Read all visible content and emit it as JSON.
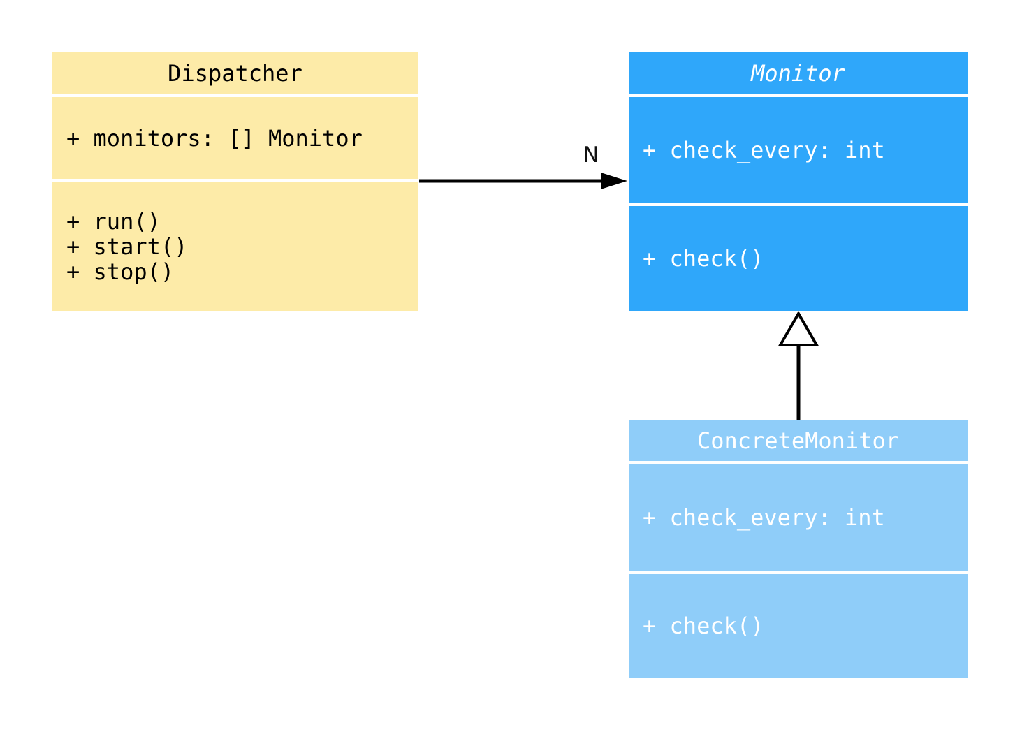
{
  "classes": {
    "dispatcher": {
      "name": "Dispatcher",
      "abstract": false,
      "attributes": [
        "+ monitors: [] Monitor"
      ],
      "methods": [
        "+ run()",
        "+ start()",
        "+ stop()"
      ],
      "fill_color": "#FDEBA8",
      "text_color": "#000000"
    },
    "monitor": {
      "name": "Monitor",
      "abstract": true,
      "attributes": [
        "+ check_every: int"
      ],
      "methods": [
        "+ check()"
      ],
      "fill_color": "#2FA7FA",
      "text_color": "#FFFFFF"
    },
    "concrete_monitor": {
      "name": "ConcreteMonitor",
      "abstract": false,
      "attributes": [
        "+ check_every: int"
      ],
      "methods": [
        "+ check()"
      ],
      "fill_color": "#8FCDF9",
      "text_color": "#FFFFFF"
    }
  },
  "relations": {
    "association": {
      "type": "association",
      "from": "Dispatcher",
      "to": "Monitor",
      "label": "N",
      "line_color": "#000000"
    },
    "generalization": {
      "type": "generalization",
      "from": "ConcreteMonitor",
      "to": "Monitor",
      "line_color": "#000000",
      "triangle_fill": "#FFFFFF"
    }
  }
}
